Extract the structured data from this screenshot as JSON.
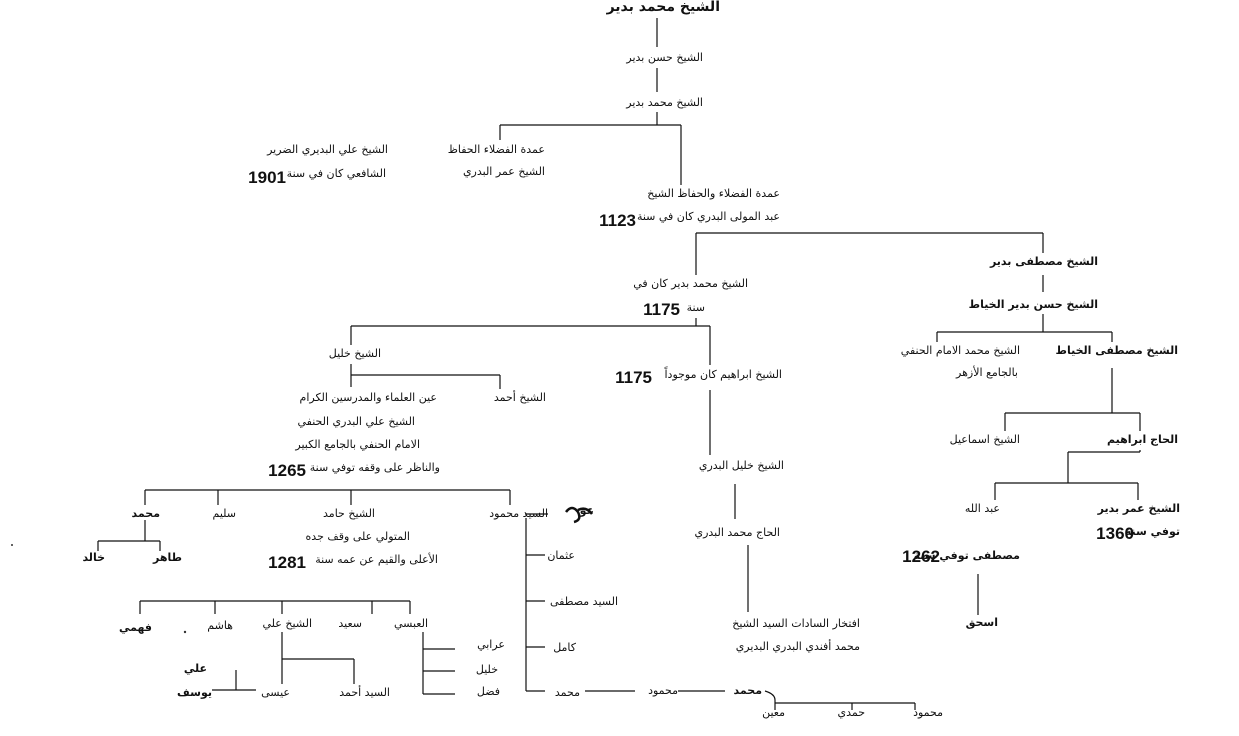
{
  "tree": {
    "root": "الشيخ محمد بدير",
    "n_hasan": "الشيخ حسن بدير",
    "n_mohammed2": "الشيخ محمد بدير",
    "n_umda_1": "عمدة الفضلاء الحفاظ",
    "n_umda_2": "الشيخ عمر البدري",
    "n_ali_darir_1": "الشيخ علي البديري الضرير",
    "n_ali_darir_2": "الشافعي كان في سنة",
    "n_ali_darir_year": "1901",
    "n_abdelmawla_1": "عمدة الفضلاء والحفاظ الشيخ",
    "n_abdelmawla_2": "عبد المولى البدري كان في سنة",
    "n_abdelmawla_year": "1123",
    "n_mustafa_badir": "الشيخ مصطفى بدير",
    "n_hasan_khayyat": "الشيخ حسن بدير الخياط",
    "n_mohammed_1175_1": "الشيخ محمد بدير كان في",
    "n_mohammed_1175_2": "سنة",
    "n_mohammed_1175_year": "1175",
    "n_mohammed_imam_1": "الشيخ محمد الامام الحنفي",
    "n_mohammed_imam_2": "بالجامع الأزهر",
    "n_mustafa_khayyat": "الشيخ مصطفى الخياط",
    "n_khalil": "الشيخ خليل",
    "n_ibrahim_1": "الشيخ ابراهيم كان موجوداً",
    "n_ibrahim_year": "1175",
    "n_ahmed": "الشيخ أحمد",
    "n_ali_hanafi_1": "عين العلماء والمدرسين الكرام",
    "n_ali_hanafi_2": "الشيخ علي البدري الحنفي",
    "n_ali_hanafi_3": "الامام الحنفي بالجامع الكبير",
    "n_ali_hanafi_4": "والناظر على وقفه توفي سنة",
    "n_ali_hanafi_year": "1265",
    "n_ismail": "الشيخ اسماعيل",
    "n_haj_ibrahim": "الحاج ابراهيم",
    "n_khalil_badri": "الشيخ خليل البدري",
    "n_abdallah": "عبد الله",
    "n_omar_badir": "الشيخ عمر بدير",
    "n_omar_badir_2": "توفي سنة",
    "n_omar_badir_year": "1360",
    "n_mohammed_l": "محمد",
    "n_salim": "سليم",
    "n_hamid_1": "الشيخ حامد",
    "n_hamid_2": "المتولي على وقف جده",
    "n_hamid_3": "الأعلى والقيم عن عمه سنة",
    "n_hamid_year": "1281",
    "n_sayyid_mahmoud": "السيد محمود",
    "n_scribble": "عو",
    "n_haj_mohammed": "الحاج محمد البدري",
    "n_mustafa_died_1": "مصطفى توفي سنة",
    "n_mustafa_died_year": "1262",
    "n_khalid": "خالد",
    "n_taher": "طاهر",
    "n_othman": "عثمان",
    "n_sayyid_mustafa": "السيد مصطفى",
    "n_ishaq": "اسحق",
    "n_iftikhar_1": "افتخار السادات السيد الشيخ",
    "n_iftikhar_2": "محمد أفندي البدري البديري",
    "n_kamil": "كامل",
    "n_fahmi": "فهمي",
    "n_hashem": "هاشم",
    "n_sheikh_ali": "الشيخ علي",
    "n_said": "سعيد",
    "n_abbasi": "العبسي",
    "n_arabi": "عرابي",
    "n_ali_small": "علي",
    "n_yusuf": "يوسف",
    "n_isa": "عيسى",
    "n_sayyid_ahmed": "السيد أحمد",
    "n_khalil2": "خليل",
    "n_fadl": "فضل",
    "n_mohammed_b": "محمد",
    "n_mahmoud_b": "محمود",
    "n_mohammed_c": "محمد",
    "n_muin": "معين",
    "n_hamdi": "حمدي",
    "n_mahmoud_c": "محمود"
  }
}
